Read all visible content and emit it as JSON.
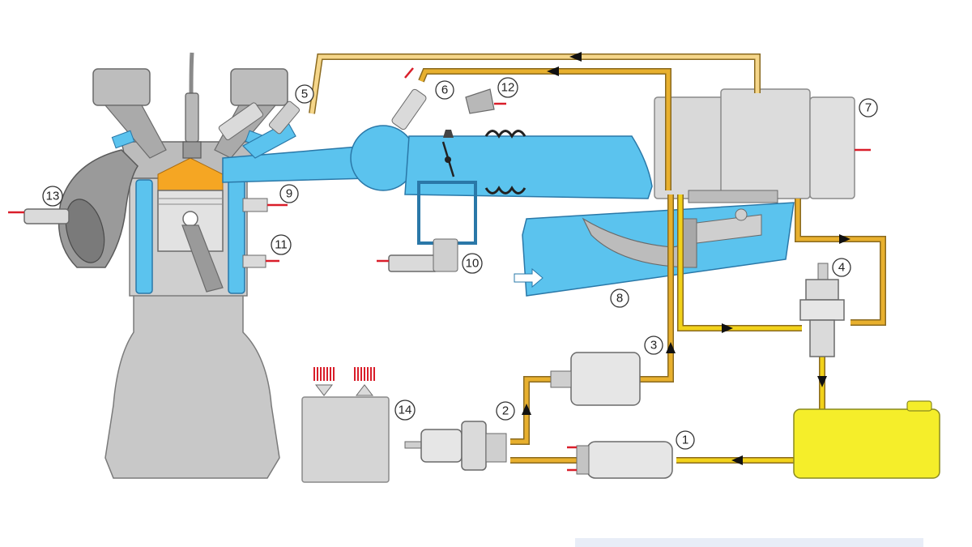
{
  "colors": {
    "intake_air": "#5bc3ee",
    "intake_air_edge": "#2a78a8",
    "fuel_supply": "#f2d21a",
    "fuel_return": "#e8b02e",
    "engine_gray": "#c4c4c4",
    "tank_yellow": "#f5ee2a",
    "sensor_wire": "#d91e2a",
    "combustion": "#f5a623"
  },
  "legend_marks": {
    "items": [
      "1",
      "2",
      "3",
      "4",
      "5",
      "6",
      "7",
      "8",
      "9",
      "10",
      "11",
      "12",
      "13",
      "14"
    ]
  },
  "icons": {
    "flow_arrow": "arrow-head-icon",
    "air_inlet": "inlet-arrow-icon",
    "signal_in": "signal-down-icon",
    "signal_out": "signal-up-icon"
  }
}
